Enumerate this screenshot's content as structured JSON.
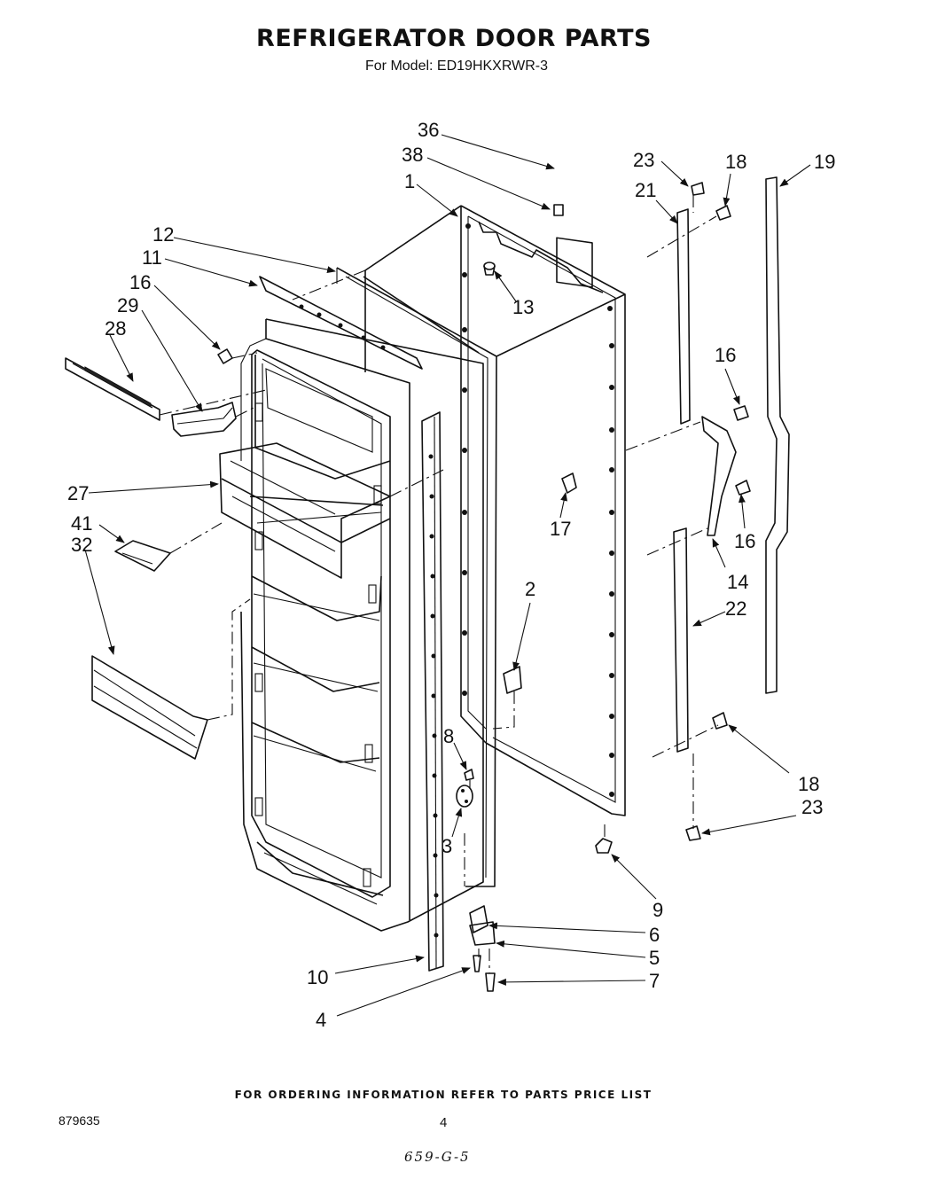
{
  "header": {
    "title": "REFRIGERATOR DOOR PARTS",
    "model_line": "For Model: ED19HKXRWR-3"
  },
  "callouts": [
    "36",
    "38",
    "1",
    "23",
    "18",
    "21",
    "19",
    "12",
    "11",
    "16",
    "29",
    "28",
    "13",
    "16",
    "27",
    "17",
    "41",
    "32",
    "16",
    "14",
    "22",
    "2",
    "8",
    "18",
    "23",
    "3",
    "9",
    "6",
    "5",
    "10",
    "7",
    "4"
  ],
  "footer": {
    "ordering_note": "FOR ORDERING INFORMATION REFER TO PARTS PRICE LIST",
    "document_number": "879635",
    "page_number": "4",
    "handwritten_code": "659-G-5"
  }
}
